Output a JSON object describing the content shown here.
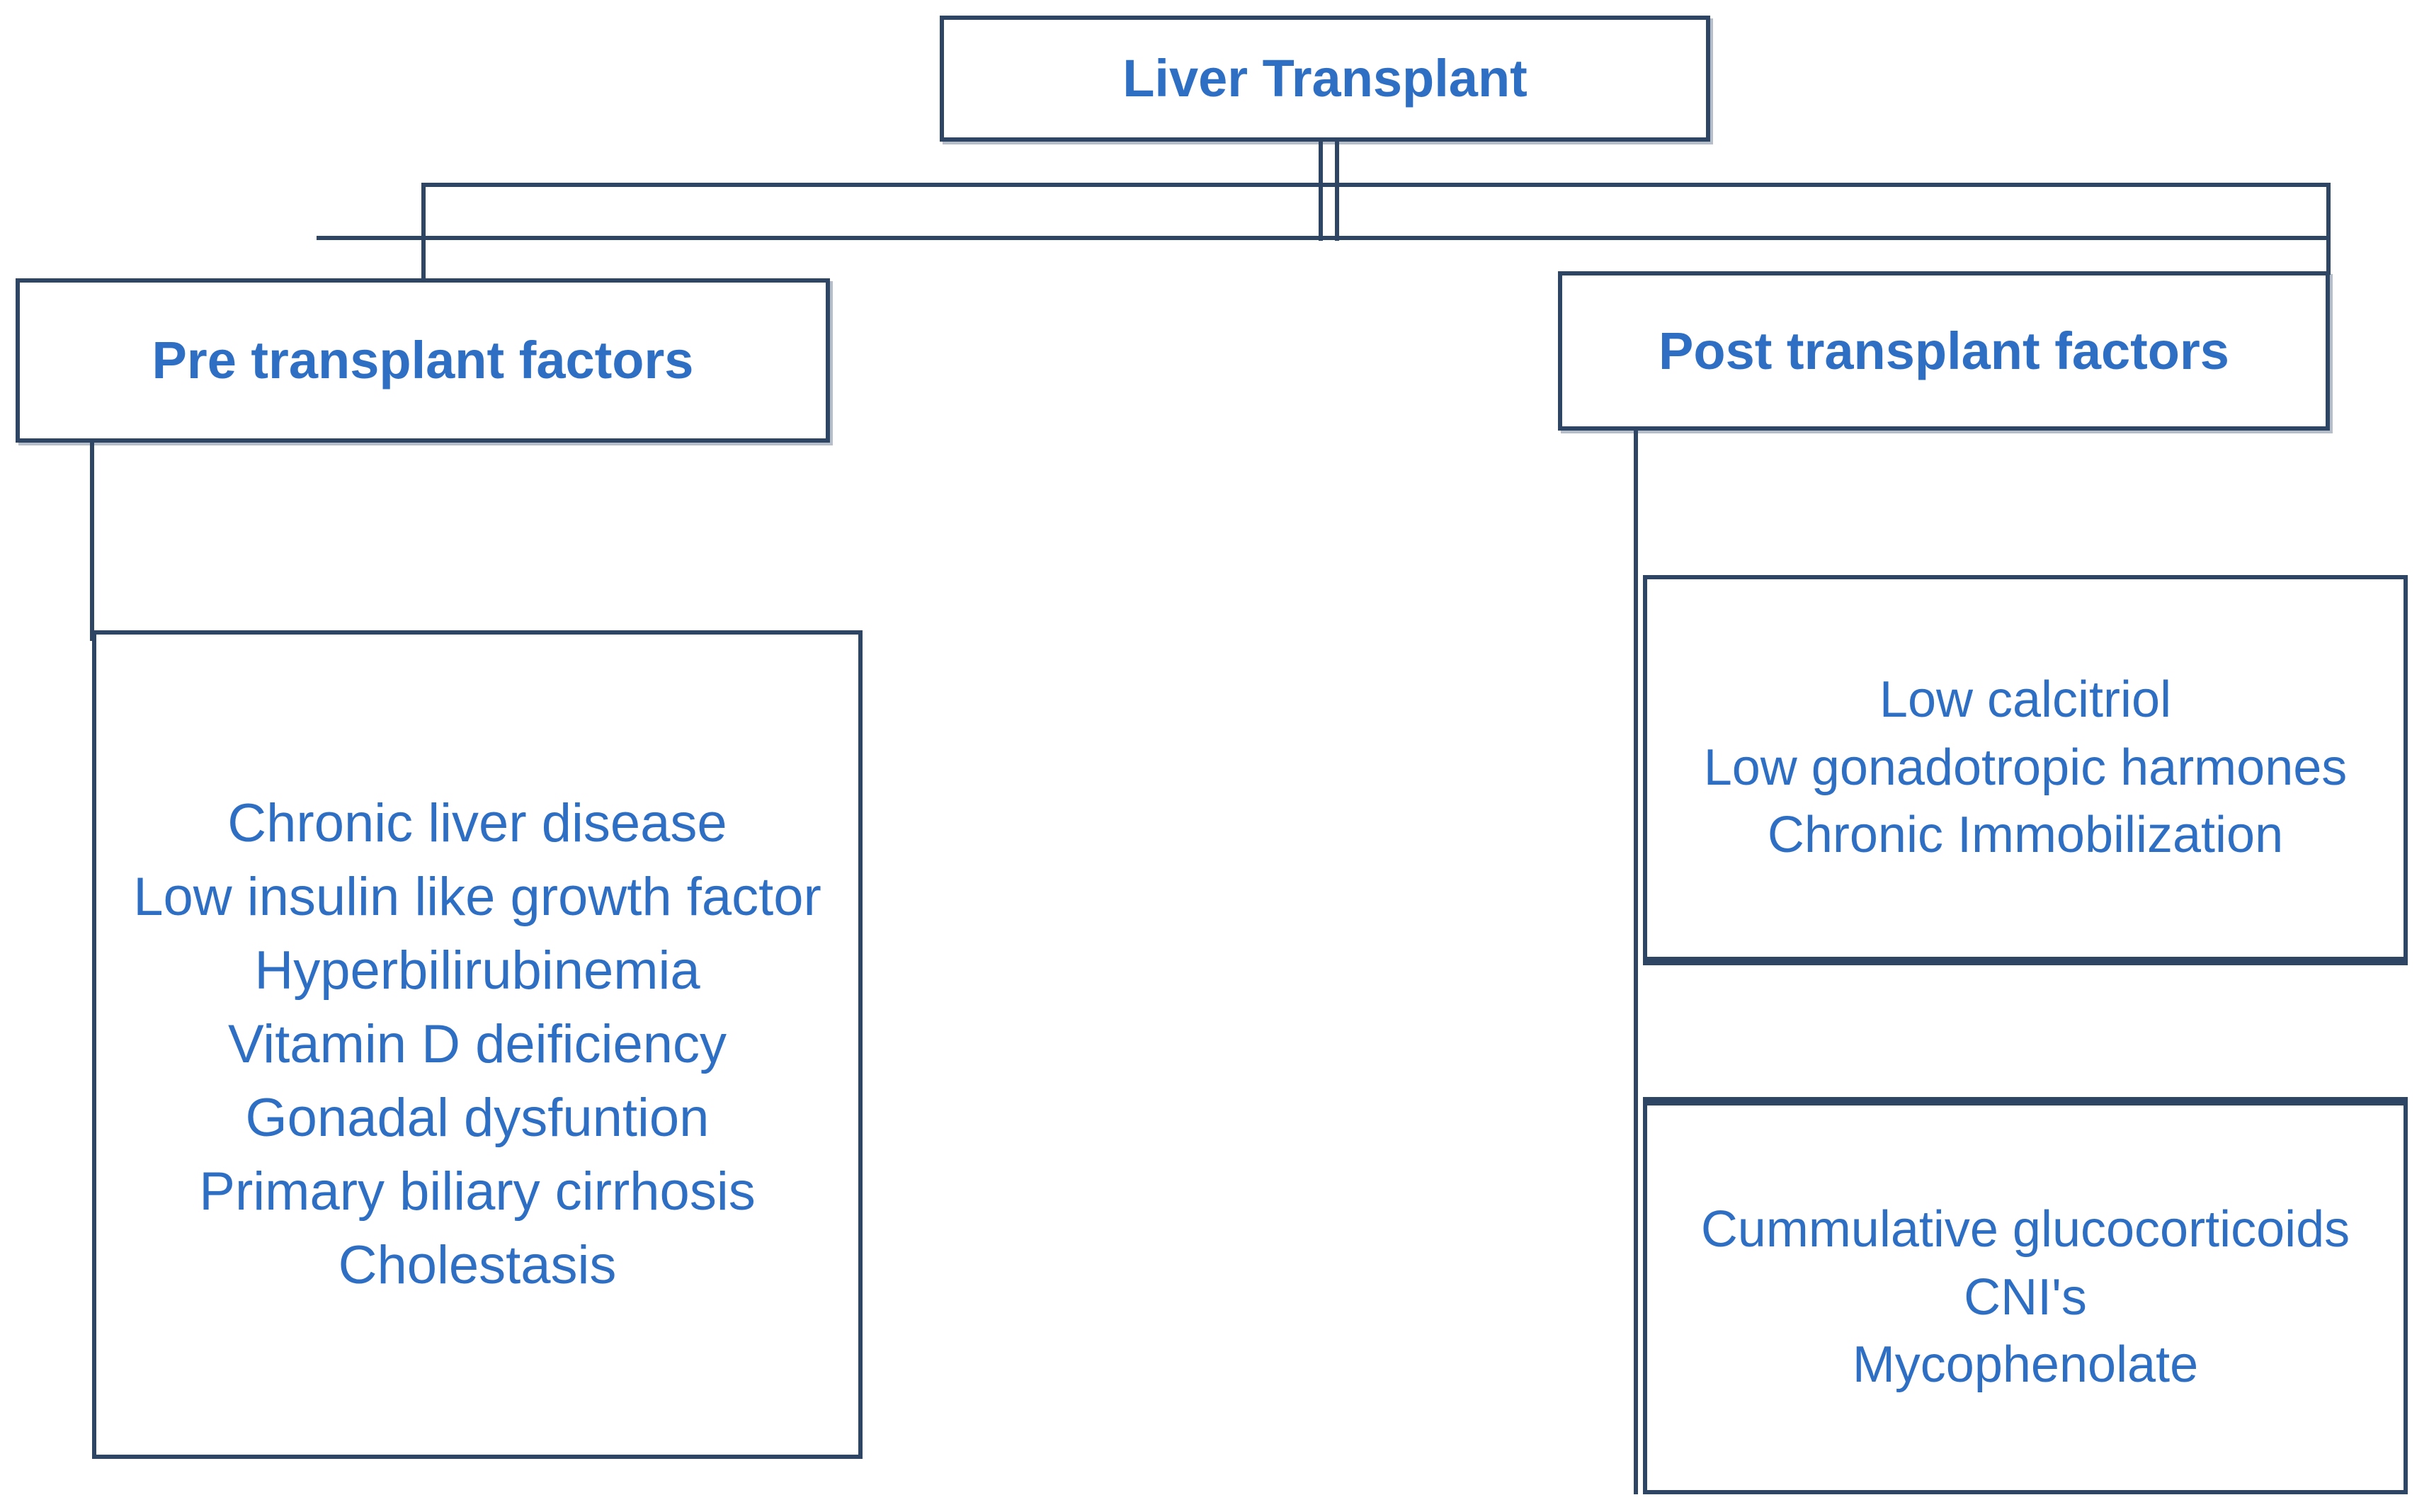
{
  "diagram": {
    "title": "Liver Transplant",
    "root": {
      "label": "Liver Transplant"
    },
    "branches": {
      "left": {
        "label": "Pre transplant factors"
      },
      "right": {
        "label": "Post transplant factors"
      }
    },
    "pre_transplant_items": [
      "Chronic liver disease",
      "Low insulin like growth factor",
      "Hyperbilirubinemia",
      "Vitamin D deificiency",
      "Gonadal dysfuntion",
      "Primary biliary cirrhosis",
      "Cholestasis"
    ],
    "post_transplant_group_1": [
      "Low calcitriol",
      "Low gonadotropic harmones",
      "Chronic Immobilization"
    ],
    "post_transplant_group_2": [
      "Cummulative glucocorticoids",
      "CNI's",
      "Mycophenolate"
    ],
    "colors": {
      "text_blue": "#2e6fc4",
      "border_navy": "#2e4663",
      "background": "#ffffff"
    }
  }
}
